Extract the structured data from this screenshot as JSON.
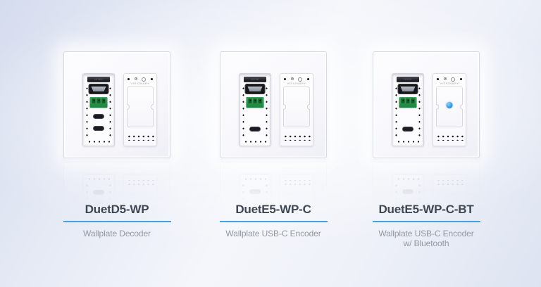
{
  "page": {
    "type": "product-lineup-graphic",
    "brand_logo_text": "visionary"
  },
  "products": [
    {
      "model": "DuetD5-WP",
      "description": "Wallplate Decoder",
      "description_line2": "",
      "device": {
        "port_strip_label": "HDMI",
        "usb_c_ports": 2,
        "has_bluetooth_button": false
      }
    },
    {
      "model": "DuetE5-WP-C",
      "description": "Wallplate USB-C Encoder",
      "description_line2": "",
      "device": {
        "port_strip_label": "HDMI",
        "usb_c_ports": 1,
        "has_bluetooth_button": false
      }
    },
    {
      "model": "DuetE5-WP-C-BT",
      "description": "Wallplate USB-C Encoder",
      "description_line2": "w/ Bluetooth",
      "device": {
        "port_strip_label": "HDMI",
        "usb_c_ports": 1,
        "has_bluetooth_button": true
      }
    }
  ],
  "colors": {
    "divider_blue": "#4a9fd9",
    "title_text": "#3e4651",
    "subtitle_text": "#9298a1",
    "terminal_green": "#2f9e4e",
    "bluetooth_blue": "#3d9be0",
    "background_tint": "#dde3f1"
  }
}
